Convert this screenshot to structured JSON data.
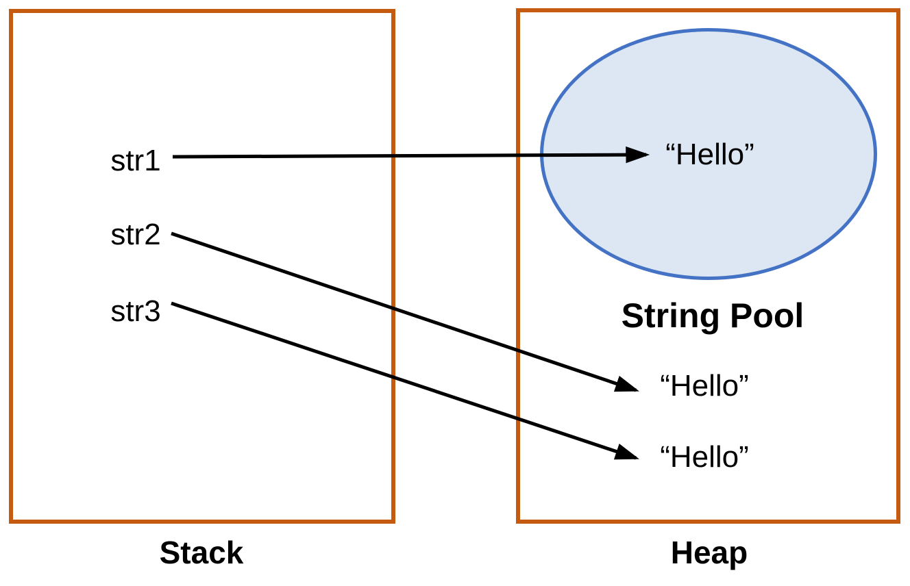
{
  "diagram": {
    "title_hint": "Java String memory diagram: stack variables referencing heap strings",
    "stack": {
      "caption": "Stack",
      "variables": [
        {
          "name": "str1"
        },
        {
          "name": "str2"
        },
        {
          "name": "str3"
        }
      ]
    },
    "heap": {
      "caption": "Heap",
      "string_pool": {
        "title": "String Pool",
        "value": "“Hello”"
      },
      "objects": [
        {
          "value": "“Hello”"
        },
        {
          "value": "“Hello”"
        }
      ]
    },
    "arrows": [
      {
        "from": "str1",
        "to": "string-pool-hello"
      },
      {
        "from": "str2",
        "to": "heap-hello-1"
      },
      {
        "from": "str3",
        "to": "heap-hello-2"
      }
    ],
    "colors": {
      "box_border": "#C55A11",
      "ellipse_fill": "#DCE7F3",
      "ellipse_stroke": "#4472C4",
      "arrow": "#000000",
      "text": "#000000",
      "background": "#FFFFFF"
    }
  }
}
